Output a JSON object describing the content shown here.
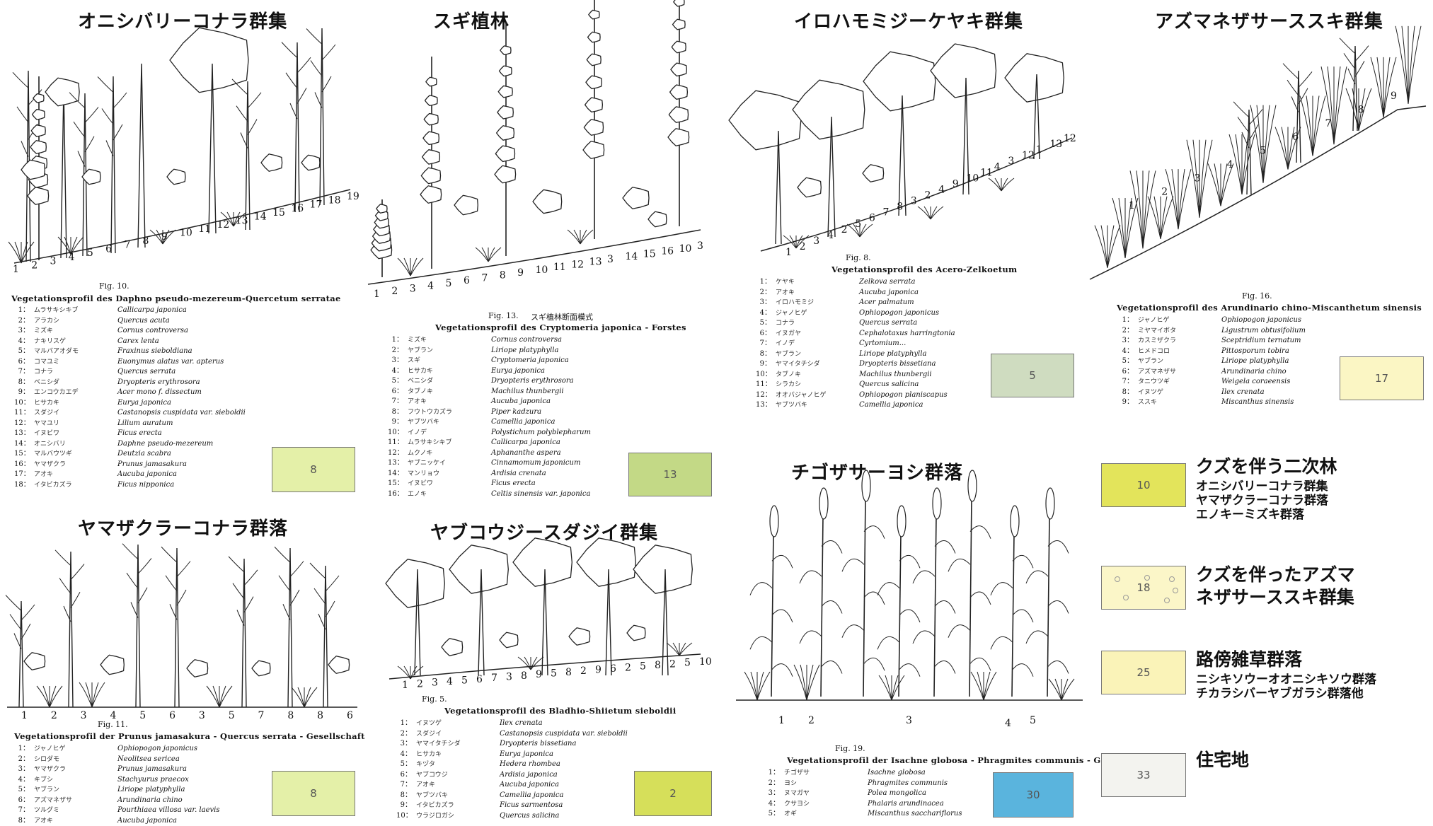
{
  "colors": {
    "pale_green": "#e4f0a8",
    "green": "#c3d986",
    "grey_green": "#cfdcc0",
    "pale_yellow": "#fbf6c4",
    "olive": "#d6df5a",
    "blue": "#5ab4dd",
    "kudzu_yellow": "#e3e45b",
    "susuki_cream": "#fbf6c8",
    "roadside": "#faf3b8",
    "residential": "#f3f3ef"
  },
  "panels": {
    "p1": {
      "title": "オニシバリーコナラ群集",
      "fig": "Fig. 10.",
      "profil": "Vegetationsprofil des Daphno pseudo-mezereum-Quercetum serratae",
      "numbers": [
        "1",
        "2",
        "3",
        "4",
        "5",
        "6",
        "7",
        "8",
        "9",
        "10",
        "11",
        "12",
        "13",
        "14",
        "15",
        "16",
        "17",
        "18",
        "19"
      ],
      "species": [
        {
          "n": "1",
          "jp": "ムラサキシキブ",
          "la": "Callicarpa japonica"
        },
        {
          "n": "2",
          "jp": "アラカシ",
          "la": "Quercus acuta"
        },
        {
          "n": "3",
          "jp": "ミズキ",
          "la": "Cornus controversa"
        },
        {
          "n": "4",
          "jp": "ナキリスゲ",
          "la": "Carex lenta"
        },
        {
          "n": "5",
          "jp": "マルバアオダモ",
          "la": "Fraxinus sieboldiana"
        },
        {
          "n": "6",
          "jp": "コマユミ",
          "la": "Euonymus alatus var. apterus"
        },
        {
          "n": "7",
          "jp": "コナラ",
          "la": "Quercus serrata"
        },
        {
          "n": "8",
          "jp": "ベニシダ",
          "la": "Dryopteris erythrosora"
        },
        {
          "n": "9",
          "jp": "エンコウカエデ",
          "la": "Acer mono f. dissectum"
        },
        {
          "n": "10",
          "jp": "ヒサカキ",
          "la": "Eurya japonica"
        },
        {
          "n": "11",
          "jp": "スダジイ",
          "la": "Castanopsis cuspidata var. sieboldii"
        },
        {
          "n": "12",
          "jp": "ヤマユリ",
          "la": "Lilium auratum"
        },
        {
          "n": "13",
          "jp": "イヌビワ",
          "la": "Ficus erecta"
        },
        {
          "n": "14",
          "jp": "オニシバリ",
          "la": "Daphne pseudo-mezereum"
        },
        {
          "n": "15",
          "jp": "マルバウツギ",
          "la": "Deutzia scabra"
        },
        {
          "n": "16",
          "jp": "ヤマザクラ",
          "la": "Prunus jamasakura"
        },
        {
          "n": "17",
          "jp": "アオキ",
          "la": "Aucuba japonica"
        },
        {
          "n": "18",
          "jp": "イタビカズラ",
          "la": "Ficus nipponica"
        }
      ],
      "swatch": "8"
    },
    "p2": {
      "title": "スギ植林",
      "fig": "Fig. 13.",
      "fig_title": "スギ植林断面模式",
      "profil": "Vegetationsprofil des Cryptomeria japonica - Forstes",
      "numbers": [
        "1",
        "2",
        "3",
        "4",
        "5",
        "6",
        "7",
        "8",
        "9",
        "10",
        "11",
        "12",
        "13",
        "3",
        "14",
        "15",
        "16",
        "10",
        "3"
      ],
      "species": [
        {
          "n": "1",
          "jp": "ミズキ",
          "la": "Cornus controversa"
        },
        {
          "n": "2",
          "jp": "ヤブラン",
          "la": "Liriope platyphylla"
        },
        {
          "n": "3",
          "jp": "スギ",
          "la": "Cryptomeria japonica"
        },
        {
          "n": "4",
          "jp": "ヒサカキ",
          "la": "Eurya japonica"
        },
        {
          "n": "5",
          "jp": "ベニシダ",
          "la": "Dryopteris erythrosora"
        },
        {
          "n": "6",
          "jp": "タブノキ",
          "la": "Machilus thunbergii"
        },
        {
          "n": "7",
          "jp": "アオキ",
          "la": "Aucuba japonica"
        },
        {
          "n": "8",
          "jp": "フウトウカズラ",
          "la": "Piper kadzura"
        },
        {
          "n": "9",
          "jp": "ヤブツバキ",
          "la": "Camellia japonica"
        },
        {
          "n": "10",
          "jp": "イノデ",
          "la": "Polystichum polyblepharum"
        },
        {
          "n": "11",
          "jp": "ムラサキシキブ",
          "la": "Callicarpa japonica"
        },
        {
          "n": "12",
          "jp": "ムクノキ",
          "la": "Aphananthe aspera"
        },
        {
          "n": "13",
          "jp": "ヤブニッケイ",
          "la": "Cinnamomum japonicum"
        },
        {
          "n": "14",
          "jp": "マンリョウ",
          "la": "Ardisia crenata"
        },
        {
          "n": "15",
          "jp": "イヌビワ",
          "la": "Ficus erecta"
        },
        {
          "n": "16",
          "jp": "エノキ",
          "la": "Celtis sinensis var. japonica"
        }
      ],
      "swatch": "13"
    },
    "p3": {
      "title": "イロハモミジーケヤキ群集",
      "fig": "Fig. 8.",
      "profil": "Vegetationsprofil des Acero-Zelkoetum",
      "numbers": [
        "1",
        "2",
        "3",
        "4",
        "2",
        "5",
        "6",
        "7",
        "8",
        "3",
        "2",
        "4",
        "9",
        "10",
        "11",
        "4",
        "3",
        "12",
        "1",
        "13",
        "12"
      ],
      "species": [
        {
          "n": "1",
          "jp": "ケヤキ",
          "la": "Zelkova serrata"
        },
        {
          "n": "2",
          "jp": "アオキ",
          "la": "Aucuba japonica"
        },
        {
          "n": "3",
          "jp": "イロハモミジ",
          "la": "Acer palmatum"
        },
        {
          "n": "4",
          "jp": "ジャノヒゲ",
          "la": "Ophiopogon japonicus"
        },
        {
          "n": "5",
          "jp": "コナラ",
          "la": "Quercus serrata"
        },
        {
          "n": "6",
          "jp": "イヌガヤ",
          "la": "Cephalotaxus harringtonia"
        },
        {
          "n": "7",
          "jp": "イノデ",
          "la": "Cyrtomium..."
        },
        {
          "n": "8",
          "jp": "ヤブラン",
          "la": "Liriope platyphylla"
        },
        {
          "n": "9",
          "jp": "ヤマイタチシダ",
          "la": "Dryopteris bissetiana"
        },
        {
          "n": "10",
          "jp": "タブノキ",
          "la": "Machilus thunbergii"
        },
        {
          "n": "11",
          "jp": "シラカシ",
          "la": "Quercus salicina"
        },
        {
          "n": "12",
          "jp": "オオバジャノヒゲ",
          "la": "Ophiopogon planiscapus"
        },
        {
          "n": "13",
          "jp": "ヤブツバキ",
          "la": "Camellia japonica"
        }
      ],
      "swatch": "5"
    },
    "p4": {
      "title": "アズマネザサーススキ群集",
      "fig": "Fig. 16.",
      "profil": "Vegetationsprofil des Arundinario chino-Miscanthetum sinensis",
      "numbers": [
        "1",
        "2",
        "3",
        "4",
        "5",
        "6",
        "7",
        "8",
        "9"
      ],
      "species": [
        {
          "n": "1",
          "jp": "ジャノヒゲ",
          "la": "Ophiopogon japonicus"
        },
        {
          "n": "2",
          "jp": "ミヤマイボタ",
          "la": "Ligustrum obtusifolium"
        },
        {
          "n": "3",
          "jp": "カスミザクラ",
          "la": "Sceptridium ternatum"
        },
        {
          "n": "4",
          "jp": "ヒメドコロ",
          "la": "Pittosporum tobira"
        },
        {
          "n": "5",
          "jp": "ヤブラン",
          "la": "Liriope platyphylla"
        },
        {
          "n": "6",
          "jp": "アズマネザサ",
          "la": "Arundinaria chino"
        },
        {
          "n": "7",
          "jp": "タニウツギ",
          "la": "Weigela coraeensis"
        },
        {
          "n": "8",
          "jp": "イヌツゲ",
          "la": "Ilex crenata"
        },
        {
          "n": "9",
          "jp": "ススキ",
          "la": "Miscanthus sinensis"
        }
      ],
      "swatch": "17"
    },
    "p5": {
      "title": "ヤマザクラーコナラ群落",
      "fig": "Fig. 11.",
      "profil": "Vegetationsprofil der Prunus jamasakura - Quercus serrata - Gesellschaft",
      "numbers": [
        "1",
        "2",
        "3",
        "4",
        "5",
        "6",
        "3",
        "5",
        "7",
        "8",
        "8",
        "6"
      ],
      "species": [
        {
          "n": "1",
          "jp": "ジャノヒゲ",
          "la": "Ophiopogon japonicus"
        },
        {
          "n": "2",
          "jp": "シロダモ",
          "la": "Neolitsea sericea"
        },
        {
          "n": "3",
          "jp": "ヤマザクラ",
          "la": "Prunus jamasakura"
        },
        {
          "n": "4",
          "jp": "キブシ",
          "la": "Stachyurus praecox"
        },
        {
          "n": "5",
          "jp": "ヤブラン",
          "la": "Liriope platyphylla"
        },
        {
          "n": "6",
          "jp": "アズマネザサ",
          "la": "Arundinaria chino"
        },
        {
          "n": "7",
          "jp": "ツルグミ",
          "la": "Pourthiaea villosa var. laevis"
        },
        {
          "n": "8",
          "jp": "アオキ",
          "la": "Aucuba japonica"
        }
      ],
      "swatch": "8"
    },
    "p6": {
      "title": "ヤブコウジースダジイ群集",
      "fig": "Fig. 5.",
      "profil": "Vegetationsprofil des Bladhio-Shiietum sieboldii",
      "numbers": [
        "1",
        "2",
        "3",
        "4",
        "5",
        "6",
        "7",
        "3",
        "8",
        "9",
        "5",
        "8",
        "2",
        "9",
        "6",
        "2",
        "5",
        "8",
        "2",
        "5",
        "10"
      ],
      "species": [
        {
          "n": "1",
          "jp": "イヌツゲ",
          "la": "Ilex crenata"
        },
        {
          "n": "2",
          "jp": "スダジイ",
          "la": "Castanopsis cuspidata var. sieboldii"
        },
        {
          "n": "3",
          "jp": "ヤマイタチシダ",
          "la": "Dryopteris bissetiana"
        },
        {
          "n": "4",
          "jp": "ヒサカキ",
          "la": "Eurya japonica"
        },
        {
          "n": "5",
          "jp": "キヅタ",
          "la": "Hedera rhombea"
        },
        {
          "n": "6",
          "jp": "ヤブコウジ",
          "la": "Ardisia japonica"
        },
        {
          "n": "7",
          "jp": "アオキ",
          "la": "Aucuba japonica"
        },
        {
          "n": "8",
          "jp": "ヤブツバキ",
          "la": "Camellia japonica"
        },
        {
          "n": "9",
          "jp": "イタビカズラ",
          "la": "Ficus sarmentosa"
        },
        {
          "n": "10",
          "jp": "ウラジロガシ",
          "la": "Quercus salicina"
        }
      ],
      "swatch": "2"
    },
    "p7": {
      "title": "チゴザサーヨシ群落",
      "fig": "Fig. 19.",
      "profil": "Vegetationsprofil der Isachne globosa - Phragmites communis - Gesellschaft",
      "numbers": [
        "1",
        "2",
        "3",
        "4",
        "5"
      ],
      "species": [
        {
          "n": "1",
          "jp": "チゴザサ",
          "la": "Isachne globosa"
        },
        {
          "n": "2",
          "jp": "ヨシ",
          "la": "Phragmites communis"
        },
        {
          "n": "3",
          "jp": "ヌマガヤ",
          "la": "Polea mongolica"
        },
        {
          "n": "4",
          "jp": "クサヨシ",
          "la": "Phalaris arundinacea"
        },
        {
          "n": "5",
          "jp": "オギ",
          "la": "Miscanthus sacchariflorus"
        }
      ],
      "swatch": "30"
    }
  },
  "legend": [
    {
      "code": "10",
      "title": "クズを伴う二次林",
      "subs": [
        "オニシバリーコナラ群集",
        "ヤマザクラーコナラ群落",
        "エノキーミズキ群落"
      ]
    },
    {
      "code": "18",
      "title_lines": [
        "クズを伴ったアズマ",
        "ネザサーススキ群集"
      ]
    },
    {
      "code": "25",
      "title": "路傍雑草群落",
      "subs": [
        "ニシキソウーオオニシキソウ群落",
        "チカラシバーヤブガラシ群落他"
      ]
    },
    {
      "code": "33",
      "title": "住宅地"
    }
  ]
}
